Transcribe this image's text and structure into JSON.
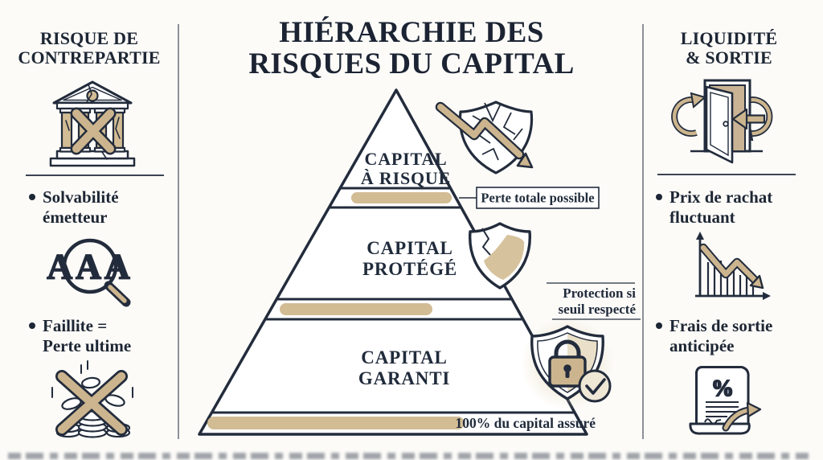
{
  "colors": {
    "ink": "#232c3c",
    "tan": "#d2bc94",
    "tan_deep": "#ccb58e",
    "bg": "#fcfbf8"
  },
  "title": {
    "line1": "HIÉRARCHIE DES",
    "line2": "RISQUES DU CAPITAL"
  },
  "left_panel": {
    "heading_line1": "RISQUE DE",
    "heading_line2": "CONTREPARTIE",
    "bullet1_line1": "Solvabilité",
    "bullet1_line2": "émetteur",
    "rating_text": "AAA",
    "bullet2_line1": "Faillite =",
    "bullet2_line2": "Perte ultime"
  },
  "right_panel": {
    "heading_line1": "LIQUIDITÉ",
    "heading_line2": "& SORTIE",
    "bullet1_line1": "Prix de rachat",
    "bullet1_line2": "fluctuant",
    "bullet2_line1": "Frais de sortie",
    "bullet2_line2": "anticipée",
    "document_symbol": "%"
  },
  "pyramid": {
    "top_line1": "CAPITAL",
    "top_line2": "À RISQUE",
    "mid_line1": "CAPITAL",
    "mid_line2": "PROTÉGÉ",
    "base_line1": "CAPITAL",
    "base_line2": "GARANTI",
    "callout_top": "Perte totale possible",
    "callout_mid_line1": "Protection si",
    "callout_mid_line2": "seuil respecté",
    "callout_base": "100% du capital assuré"
  }
}
